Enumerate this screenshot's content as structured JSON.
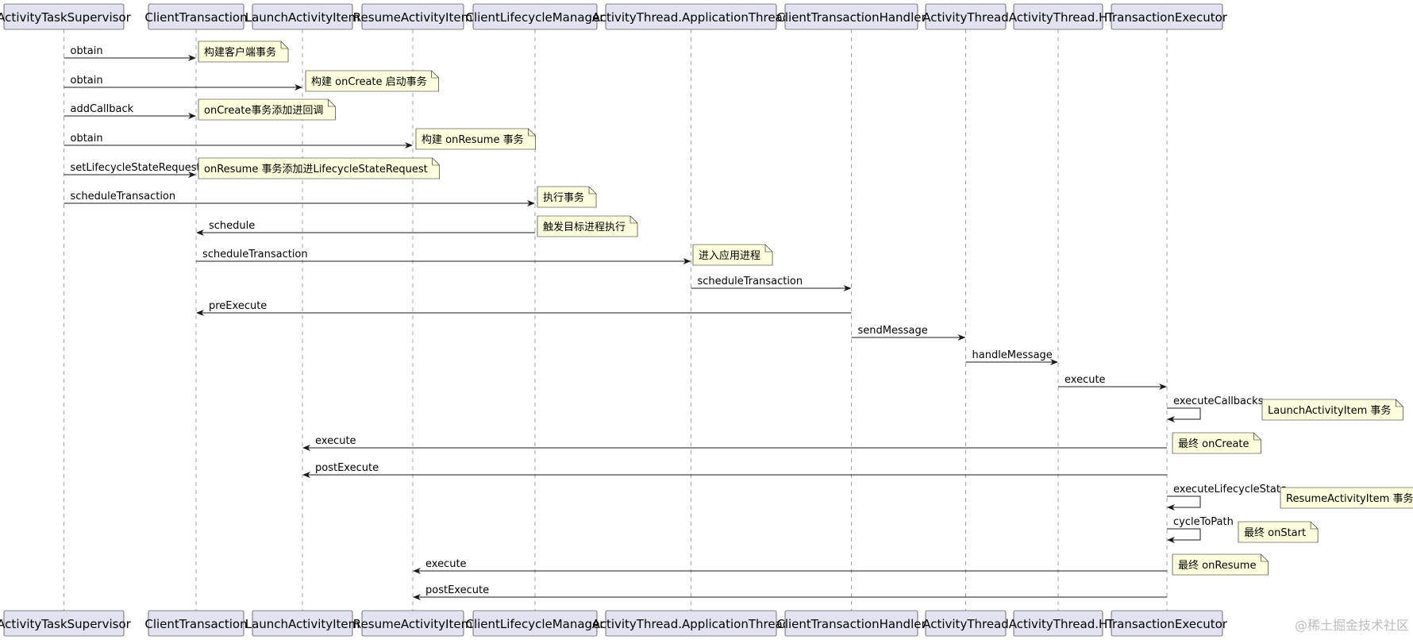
{
  "participants": [
    "ActivityTaskSupervisor",
    "ClientTransaction",
    "LaunchActivityItem",
    "ResumeActivityItem",
    "ClientLifecycleManager",
    "ActivityThread.ApplicationThread",
    "ClientTransactionHandler",
    "ActivityThread",
    "ActivityThread.H",
    "TransactionExecutor"
  ],
  "messages": [
    {
      "label": "obtain",
      "from": 0,
      "to": 1
    },
    {
      "label": "obtain",
      "from": 0,
      "to": 2
    },
    {
      "label": "addCallback",
      "from": 0,
      "to": 1
    },
    {
      "label": "obtain",
      "from": 0,
      "to": 3
    },
    {
      "label": "setLifecycleStateRequest",
      "from": 0,
      "to": 1
    },
    {
      "label": "scheduleTransaction",
      "from": 0,
      "to": 4
    },
    {
      "label": "schedule",
      "from": 4,
      "to": 1
    },
    {
      "label": "scheduleTransaction",
      "from": 1,
      "to": 5
    },
    {
      "label": "scheduleTransaction",
      "from": 5,
      "to": 6
    },
    {
      "label": "preExecute",
      "from": 6,
      "to": 1
    },
    {
      "label": "sendMessage",
      "from": 6,
      "to": 7
    },
    {
      "label": "handleMessage",
      "from": 7,
      "to": 8
    },
    {
      "label": "execute",
      "from": 8,
      "to": 9
    },
    {
      "label": "executeCallbacks",
      "from": 9,
      "to": 9
    },
    {
      "label": "execute",
      "from": 9,
      "to": 2
    },
    {
      "label": "postExecute",
      "from": 9,
      "to": 2
    },
    {
      "label": "executeLifecycleState",
      "from": 9,
      "to": 9
    },
    {
      "label": "cycleToPath",
      "from": 9,
      "to": 9
    },
    {
      "label": "execute",
      "from": 9,
      "to": 3
    },
    {
      "label": "postExecute",
      "from": 9,
      "to": 3
    }
  ],
  "notes": [
    {
      "text": "构建客户端事务",
      "message": 0
    },
    {
      "text": "构建 onCreate 启动事务",
      "message": 1
    },
    {
      "text": "onCreate事务添加进回调",
      "message": 2
    },
    {
      "text": "构建 onResume 事务",
      "message": 3
    },
    {
      "text": "onResume 事务添加进LifecycleStateRequest",
      "message": 4
    },
    {
      "text": "执行事务",
      "message": 5
    },
    {
      "text": "触发目标进程执行",
      "message": 6
    },
    {
      "text": "进入应用进程",
      "message": 7
    },
    {
      "text": "LaunchActivityItem 事务",
      "message": 13
    },
    {
      "text": "最终 onCreate",
      "message": 14
    },
    {
      "text": "ResumeActivityItem 事务",
      "message": 16
    },
    {
      "text": "最终 onStart",
      "message": 17
    },
    {
      "text": "最终 onResume",
      "message": 18
    }
  ],
  "watermark": "@稀土掘金技术社区",
  "colors": {
    "participant_fill": "#e2e2f0",
    "participant_border": "#181818",
    "lifeline": "#a0a0a0",
    "arrow": "#181818",
    "note_fill": "#feffdd",
    "note_border": "#181818"
  }
}
